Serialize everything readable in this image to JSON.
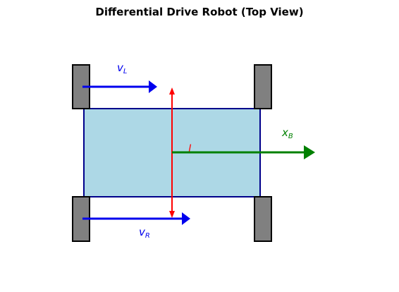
{
  "title": "Differential Drive Robot (Top View)",
  "labels": {
    "v_left": {
      "base": "v",
      "sub": "L"
    },
    "v_right": {
      "base": "v",
      "sub": "R"
    },
    "x_body": {
      "base": "x",
      "sub": "B"
    },
    "axle": "l"
  },
  "colors": {
    "body_fill": "#add8e6",
    "body_stroke": "#00008b",
    "wheel_fill": "#808080",
    "wheel_stroke": "#000000",
    "velocity": "#0000ee",
    "axle": "#ff0000",
    "heading": "#008000"
  }
}
